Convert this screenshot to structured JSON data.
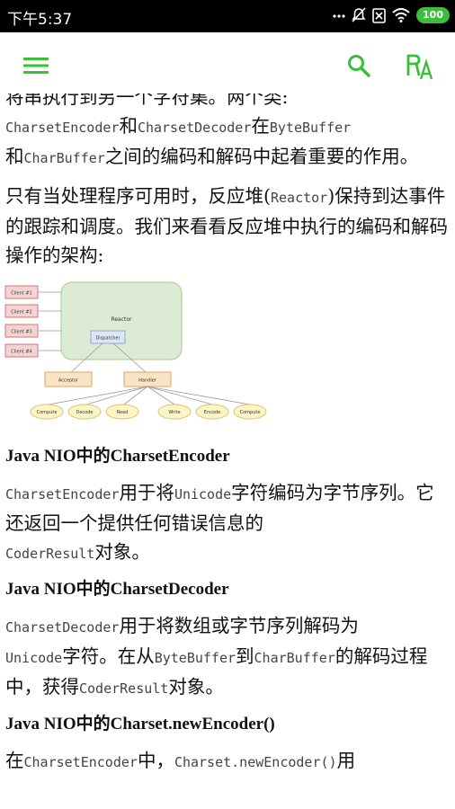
{
  "status_bar": {
    "time": "下午5:37",
    "battery": "100",
    "icons": [
      "dots-icon",
      "mute-icon",
      "sim-icon",
      "wifi-icon",
      "battery-icon"
    ]
  },
  "toolbar": {
    "menu_icon": "menu-icon",
    "search_icon": "search-icon",
    "font_icon": "font-size-icon",
    "accent_color": "#3bbf3b"
  },
  "article": {
    "p1": {
      "line1": "将串执行到另一个字符集。两个类:",
      "c1": "CharsetEncoder",
      "t1": "和",
      "c2": "CharsetDecoder",
      "t2": "在",
      "c3": "ByteBuffer",
      "t3": "和",
      "c4": "CharBuffer",
      "t4": "之间的编码和解码中起着重要的作用。"
    },
    "p2": {
      "t1": "只有当处理程序可用时，反应堆(",
      "c1": "Reactor",
      "t2": ")保持到达事件的跟踪和调度。我们来看看反应堆中执行的编码和解码操作的架构:"
    },
    "diagram": {
      "clients": [
        "Client #1",
        "Client #2",
        "Client #3",
        "Client #4"
      ],
      "reactor": "Reactor",
      "dispatcher": "Dispatcher",
      "acceptor": "Acceptor",
      "handler": "Handler",
      "ops": [
        "Compute",
        "Decode",
        "Read",
        "Write",
        "Encode",
        "Compute"
      ]
    },
    "h1": "Java NIO中的CharsetEncoder",
    "p3": {
      "c1": "CharsetEncoder",
      "t1": "用于将",
      "c2": "Unicode",
      "t2": "字符编码为字节序列。它还返回一个提供任何错误信息的",
      "c3": "CoderResult",
      "t3": "对象。"
    },
    "h2": "Java NIO中的CharsetDecoder",
    "p4": {
      "c1": "CharsetDecoder",
      "t1": "用于将数组或字节序列解码为",
      "c2": "Unicode",
      "t2": "字符。在从",
      "c3": "ByteBuffer",
      "t3": "到",
      "c4": "CharBuffer",
      "t4": "的解码过程中，获得",
      "c5": "CoderResult",
      "t5": "对象。"
    },
    "h3": "Java NIO中的Charset.newEncoder()",
    "p5": {
      "t1": "在",
      "c1": "CharsetEncoder",
      "t2": "中，",
      "c2": "Charset.newEncoder()",
      "t3": "用"
    }
  }
}
